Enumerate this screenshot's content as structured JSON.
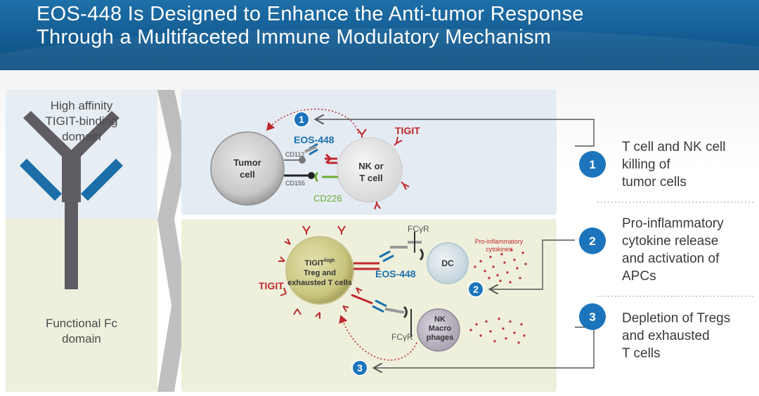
{
  "title": {
    "line1": "EOS-448 Is Designed to Enhance the Anti-tumor Response",
    "line2": "Through a Multifaceted Immune Modulatory Mechanism"
  },
  "left_panel": {
    "top_label": [
      "High affinity",
      "TIGIT-binding",
      "domain"
    ],
    "bottom_label": [
      "Functional Fc",
      "domain"
    ]
  },
  "top_diagram": {
    "tumor_cell": [
      "Tumor",
      "cell"
    ],
    "nk_t_cell": [
      "NK or",
      "T cell"
    ],
    "eos448": "EOS-448",
    "tigit": "TIGIT",
    "cd112": "CD112",
    "cd155": "CD155",
    "cd226": "CD226",
    "step": "1"
  },
  "bottom_diagram": {
    "treg_cell": [
      "TIGIT",
      "high",
      "Treg and",
      "exhausted T cells"
    ],
    "dc": "DC",
    "nk_macro": [
      "NK",
      "Macro",
      "phages"
    ],
    "eos448": "EOS-448",
    "tigit": "TIGIT",
    "fcgr_top": "FCγR",
    "fcgr_bottom": "FCγR",
    "cytokines": [
      "Pro-inflammatory",
      "cytokines"
    ],
    "step2": "2",
    "step3": "3"
  },
  "outcomes": [
    {
      "num": "1",
      "lines": [
        "T cell and NK cell",
        "killing of",
        "tumor cells"
      ]
    },
    {
      "num": "2",
      "lines": [
        "Pro-inflammatory",
        "cytokine release",
        "and activation of",
        "APCs"
      ]
    },
    {
      "num": "3",
      "lines": [
        "Depletion of Tregs",
        "and exhausted",
        "T cells"
      ]
    }
  ],
  "colors": {
    "header": "#125a90",
    "badge": "#1c75bc",
    "tigit_red": "#c0272d",
    "eos_blue": "#1c6fae",
    "cd226_green": "#6aac34",
    "panel_top": "#e6edf3",
    "panel_bottom": "#eef0dd"
  },
  "icons": [
    "antibody-icon",
    "chevron-arrow-icon",
    "number-badge-icon"
  ]
}
